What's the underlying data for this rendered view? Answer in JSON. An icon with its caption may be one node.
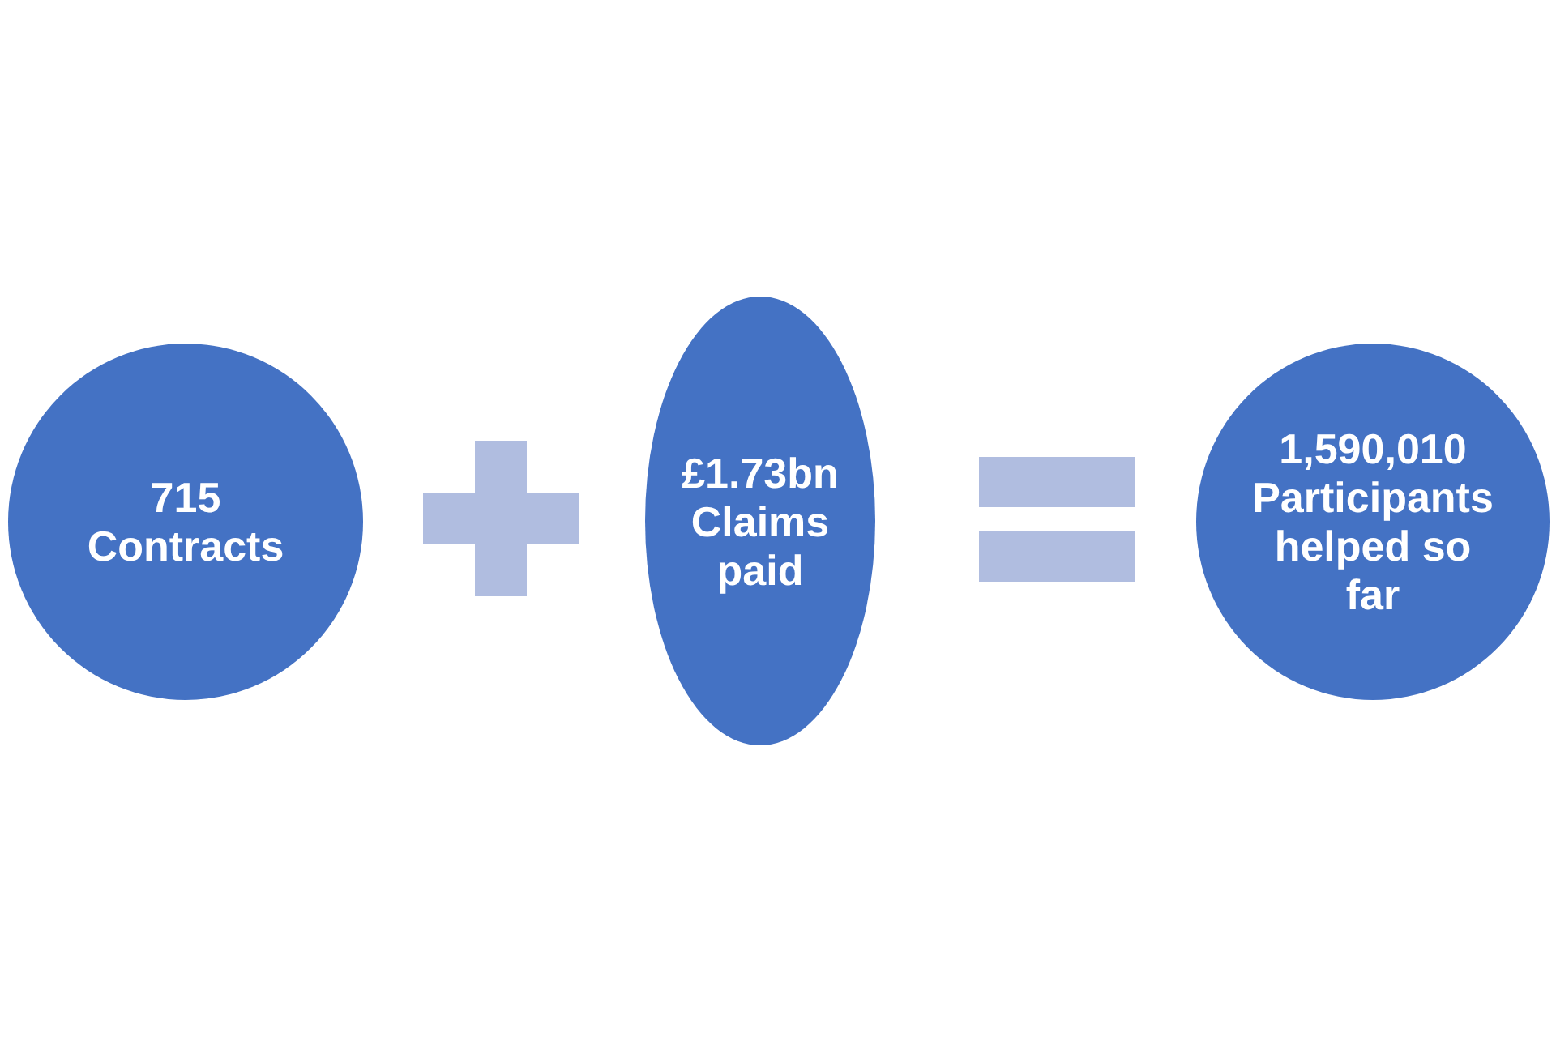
{
  "diagram": {
    "nodes": [
      {
        "text": [
          "715 Contracts"
        ]
      },
      {
        "text": [],
        "shape": "plus"
      },
      {
        "text": [
          "£1.73bn Claims paid"
        ]
      },
      {
        "text": [],
        "shape": "equals"
      },
      {
        "text": [
          "1,590,010 Participants helped so far"
        ]
      }
    ]
  }
}
